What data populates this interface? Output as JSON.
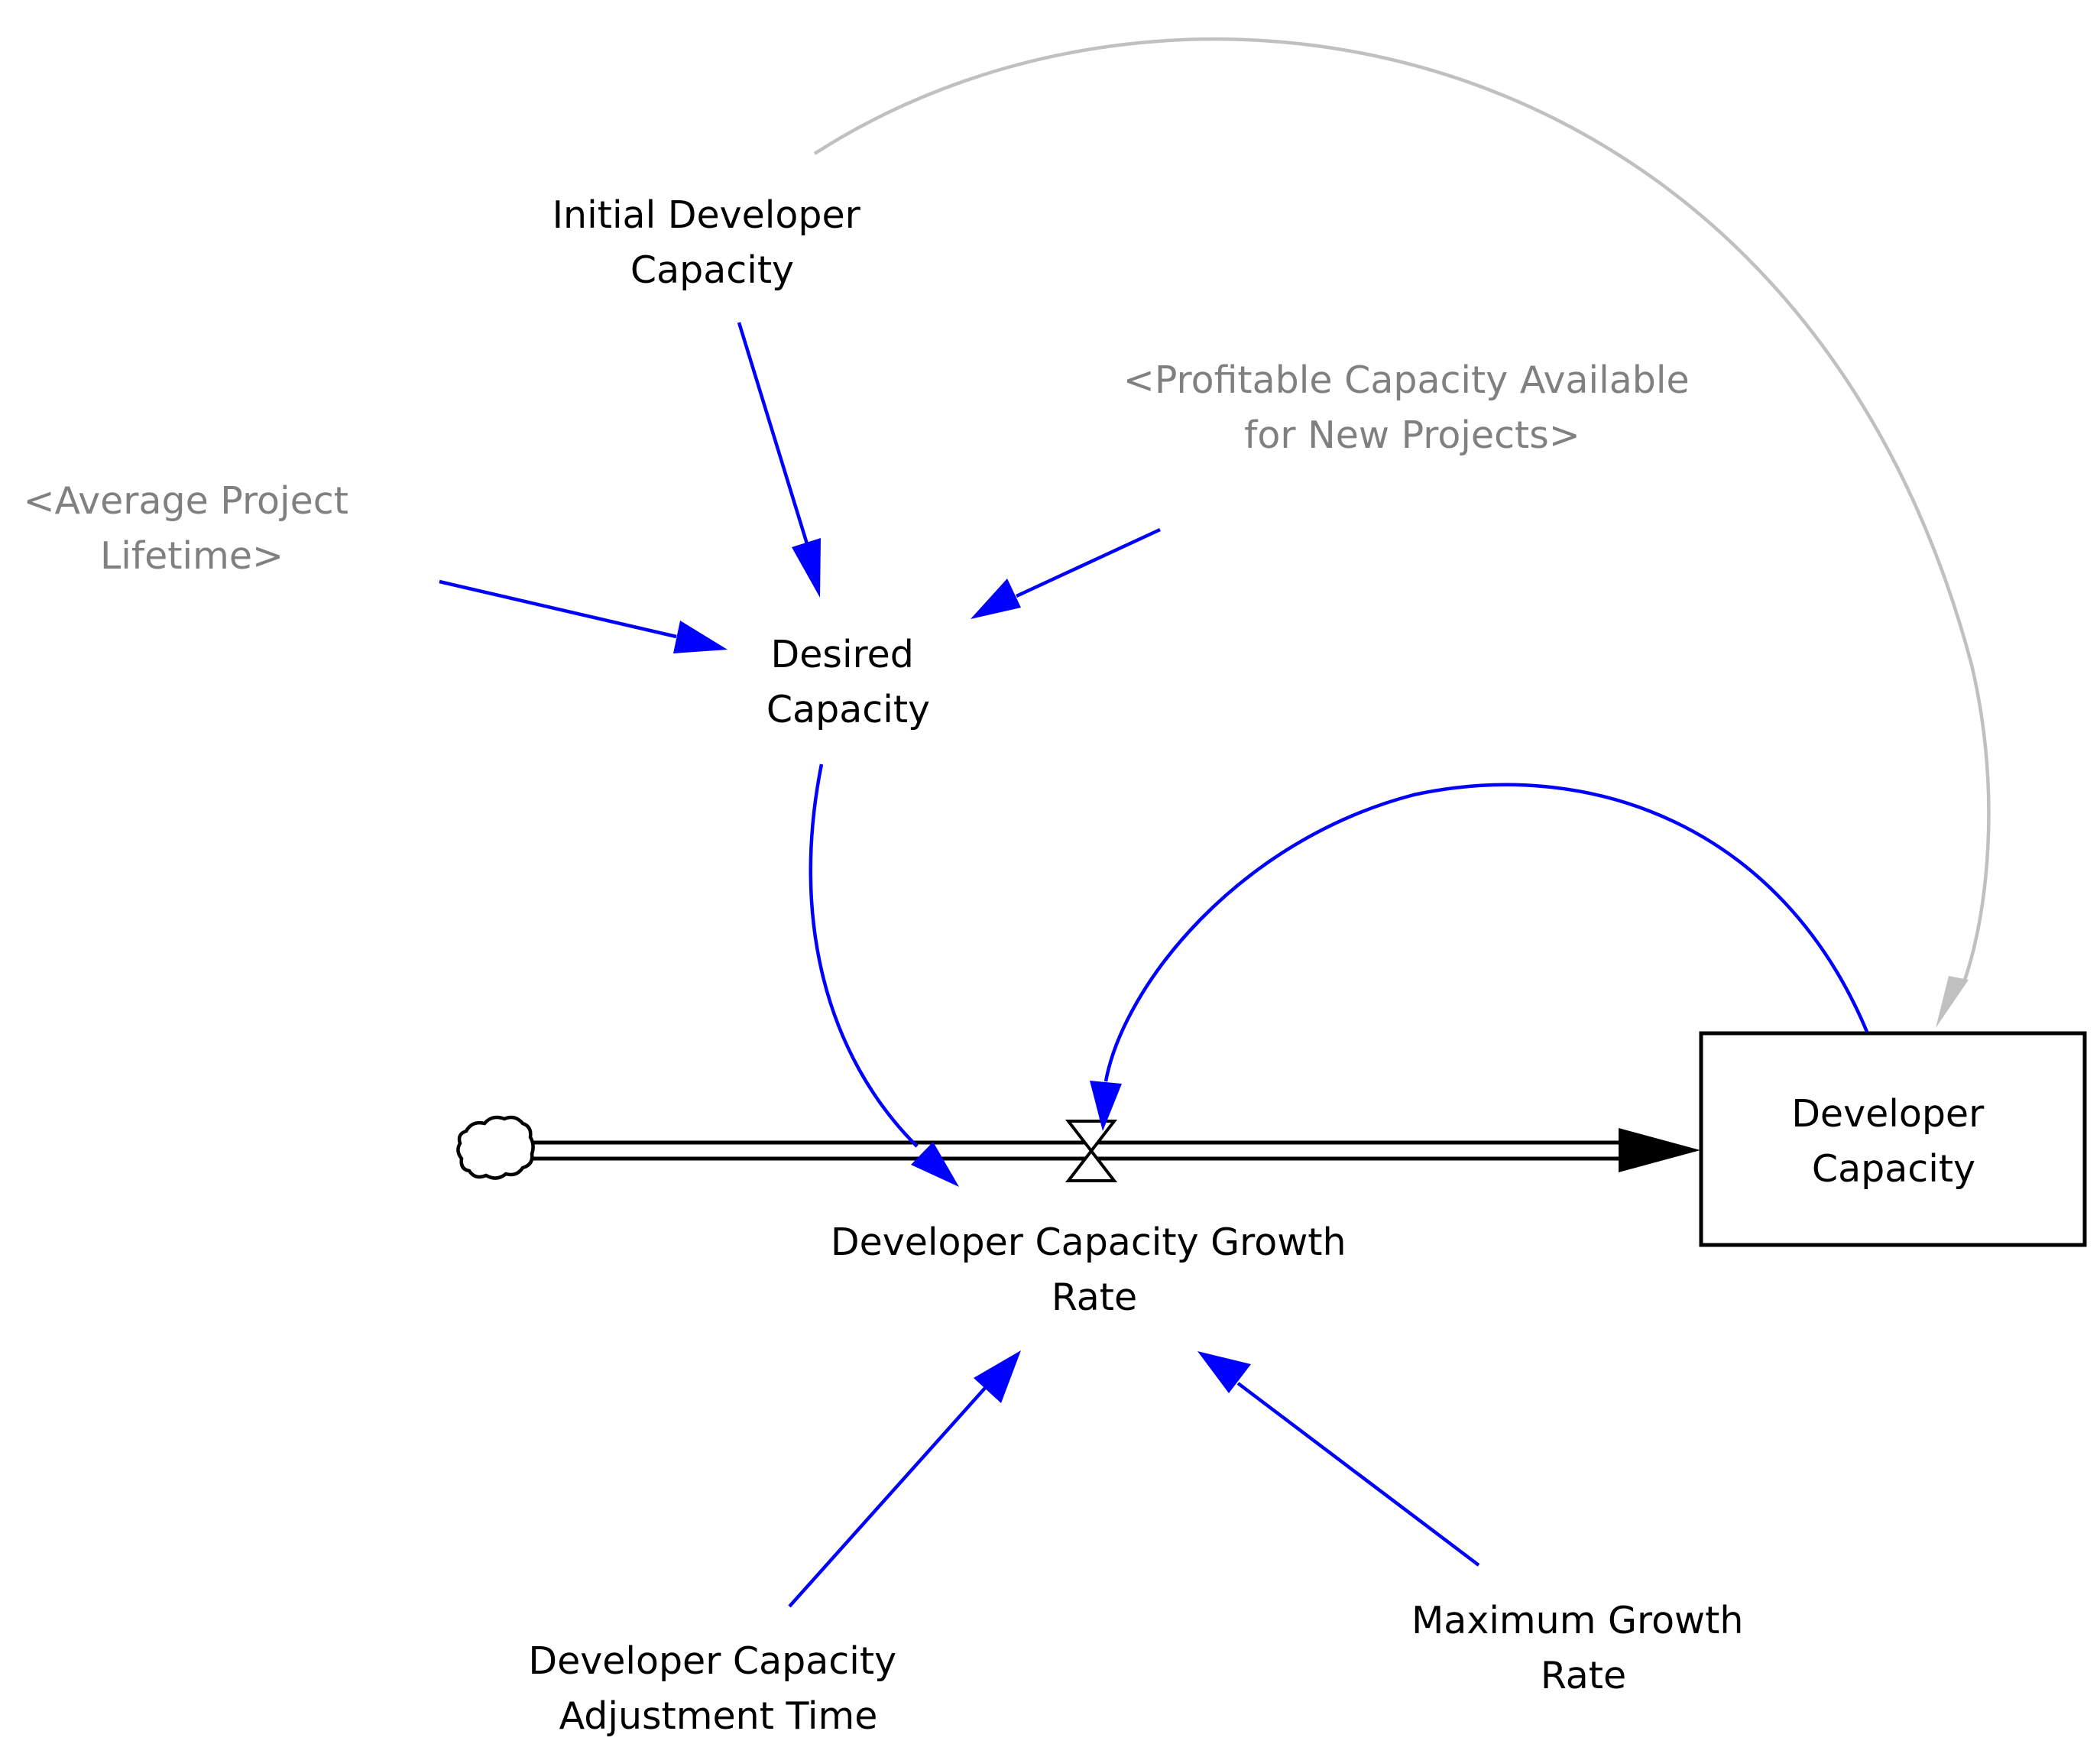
{
  "diagram": {
    "variables": {
      "initial_developer_capacity": [
        "Initial Developer",
        "Capacity"
      ],
      "profitable_capacity": [
        "<Profitable Capacity Available",
        "for New Projects>"
      ],
      "average_project_lifetime": [
        "<Average Project",
        "Lifetime>"
      ],
      "desired_capacity": [
        "Desired",
        "Capacity"
      ],
      "developer_capacity": [
        "Developer",
        "Capacity"
      ],
      "growth_rate": [
        "Developer Capacity Growth",
        "Rate"
      ],
      "adjustment_time": [
        "Developer Capacity",
        "Adjustment Time"
      ],
      "maximum_growth_rate": [
        "Maximum Growth",
        "Rate"
      ]
    },
    "colors": {
      "causal_link": "#0000ff",
      "shadow_link": "#c0c0c0",
      "shadow_text": "#808080",
      "stock_border": "#000000",
      "flow_pipe": "#000000"
    }
  }
}
